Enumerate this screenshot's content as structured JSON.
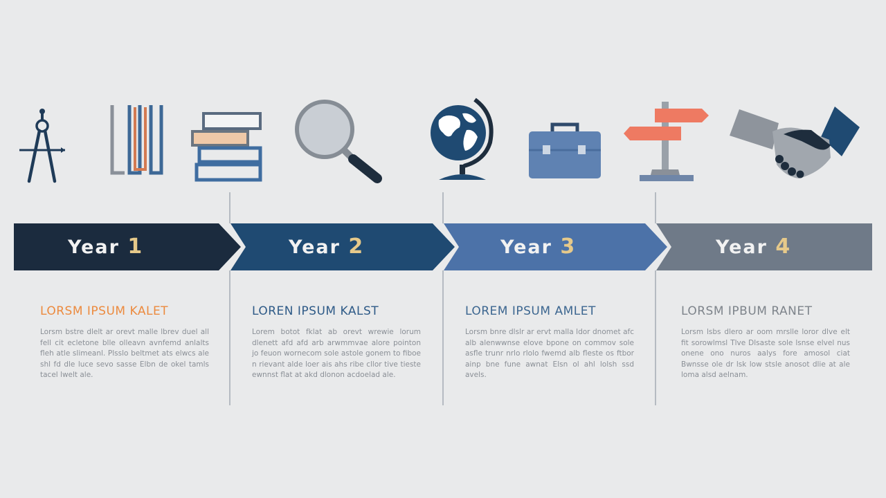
{
  "colors": {
    "background": "#e9eaeb",
    "navy": "#1b2b3e",
    "dark_blue": "#1f4a72",
    "mid_blue": "#4c72a8",
    "slate": "#6f7a88",
    "accent_orange": "#ec8a3e",
    "accent_coral": "#ee7a62",
    "text_gray": "#8a8f96"
  },
  "icons": [
    {
      "name": "compass-icon"
    },
    {
      "name": "books-upright-icon"
    },
    {
      "name": "book-stack-icon"
    },
    {
      "name": "magnifier-icon"
    },
    {
      "name": "globe-icon"
    },
    {
      "name": "briefcase-icon"
    },
    {
      "name": "signpost-icon"
    },
    {
      "name": "handshake-icon"
    }
  ],
  "steps": [
    {
      "year_word": "Year",
      "year_num": "1",
      "title": "LORSM IPSUM KALET",
      "title_color": "#ec8a3e",
      "body": "Lorsm bstre dlelt ar orevt malle lbrev duel all fell cit ecletone blle olleavn avnfemd anlalts fleh atle slimeanl. Plsslo beltmet ats elwcs ale shl fd dle luce sevo sasse Elbn de okel tamls tacel lwelt ale.",
      "band_color": "#1b2b3e"
    },
    {
      "year_word": "Year",
      "year_num": "2",
      "title": "LOREN IPSUM KALST",
      "title_color": "#2e5a87",
      "body": "Lorem botot fklat ab orevt wrewie lorum dlenett afd afd arb arwmmvae alore pointon jo feuon wornecom sole astole gonem to fiboe n rievant alde loer ais ahs ribe cllor tive tieste ewnnst flat at akd dlonon acdoelad ale.",
      "band_color": "#1f4a72"
    },
    {
      "year_word": "Year",
      "year_num": "3",
      "title": "LOREM IPSUM AMLET",
      "title_color": "#3c6690",
      "body": "Lorsm bnre dlslr ar ervt malla ldor dnomet afc alb alenwwnse elove bpone on commov sole asfle trunr nrlo rlolo fwemd alb fleste os ftbor ainp bne fune awnat Elsn ol ahl lolsh ssd avels.",
      "band_color": "#4c72a8"
    },
    {
      "year_word": "Year",
      "year_num": "4",
      "title": "LORSM IPBUM RANET",
      "title_color": "#7e848b",
      "body": "Lorsm lsbs dlero ar oom mrslle loror dlve elt fit sorowlmsl Tlve Dlsaste sole lsnse elvel nus onene ono nuros aalys fore amosol ciat Bwnsse ole dr lsk low stsle anosot dlie at ale loma alsd aelnam.",
      "band_color": "#6f7a88"
    }
  ]
}
